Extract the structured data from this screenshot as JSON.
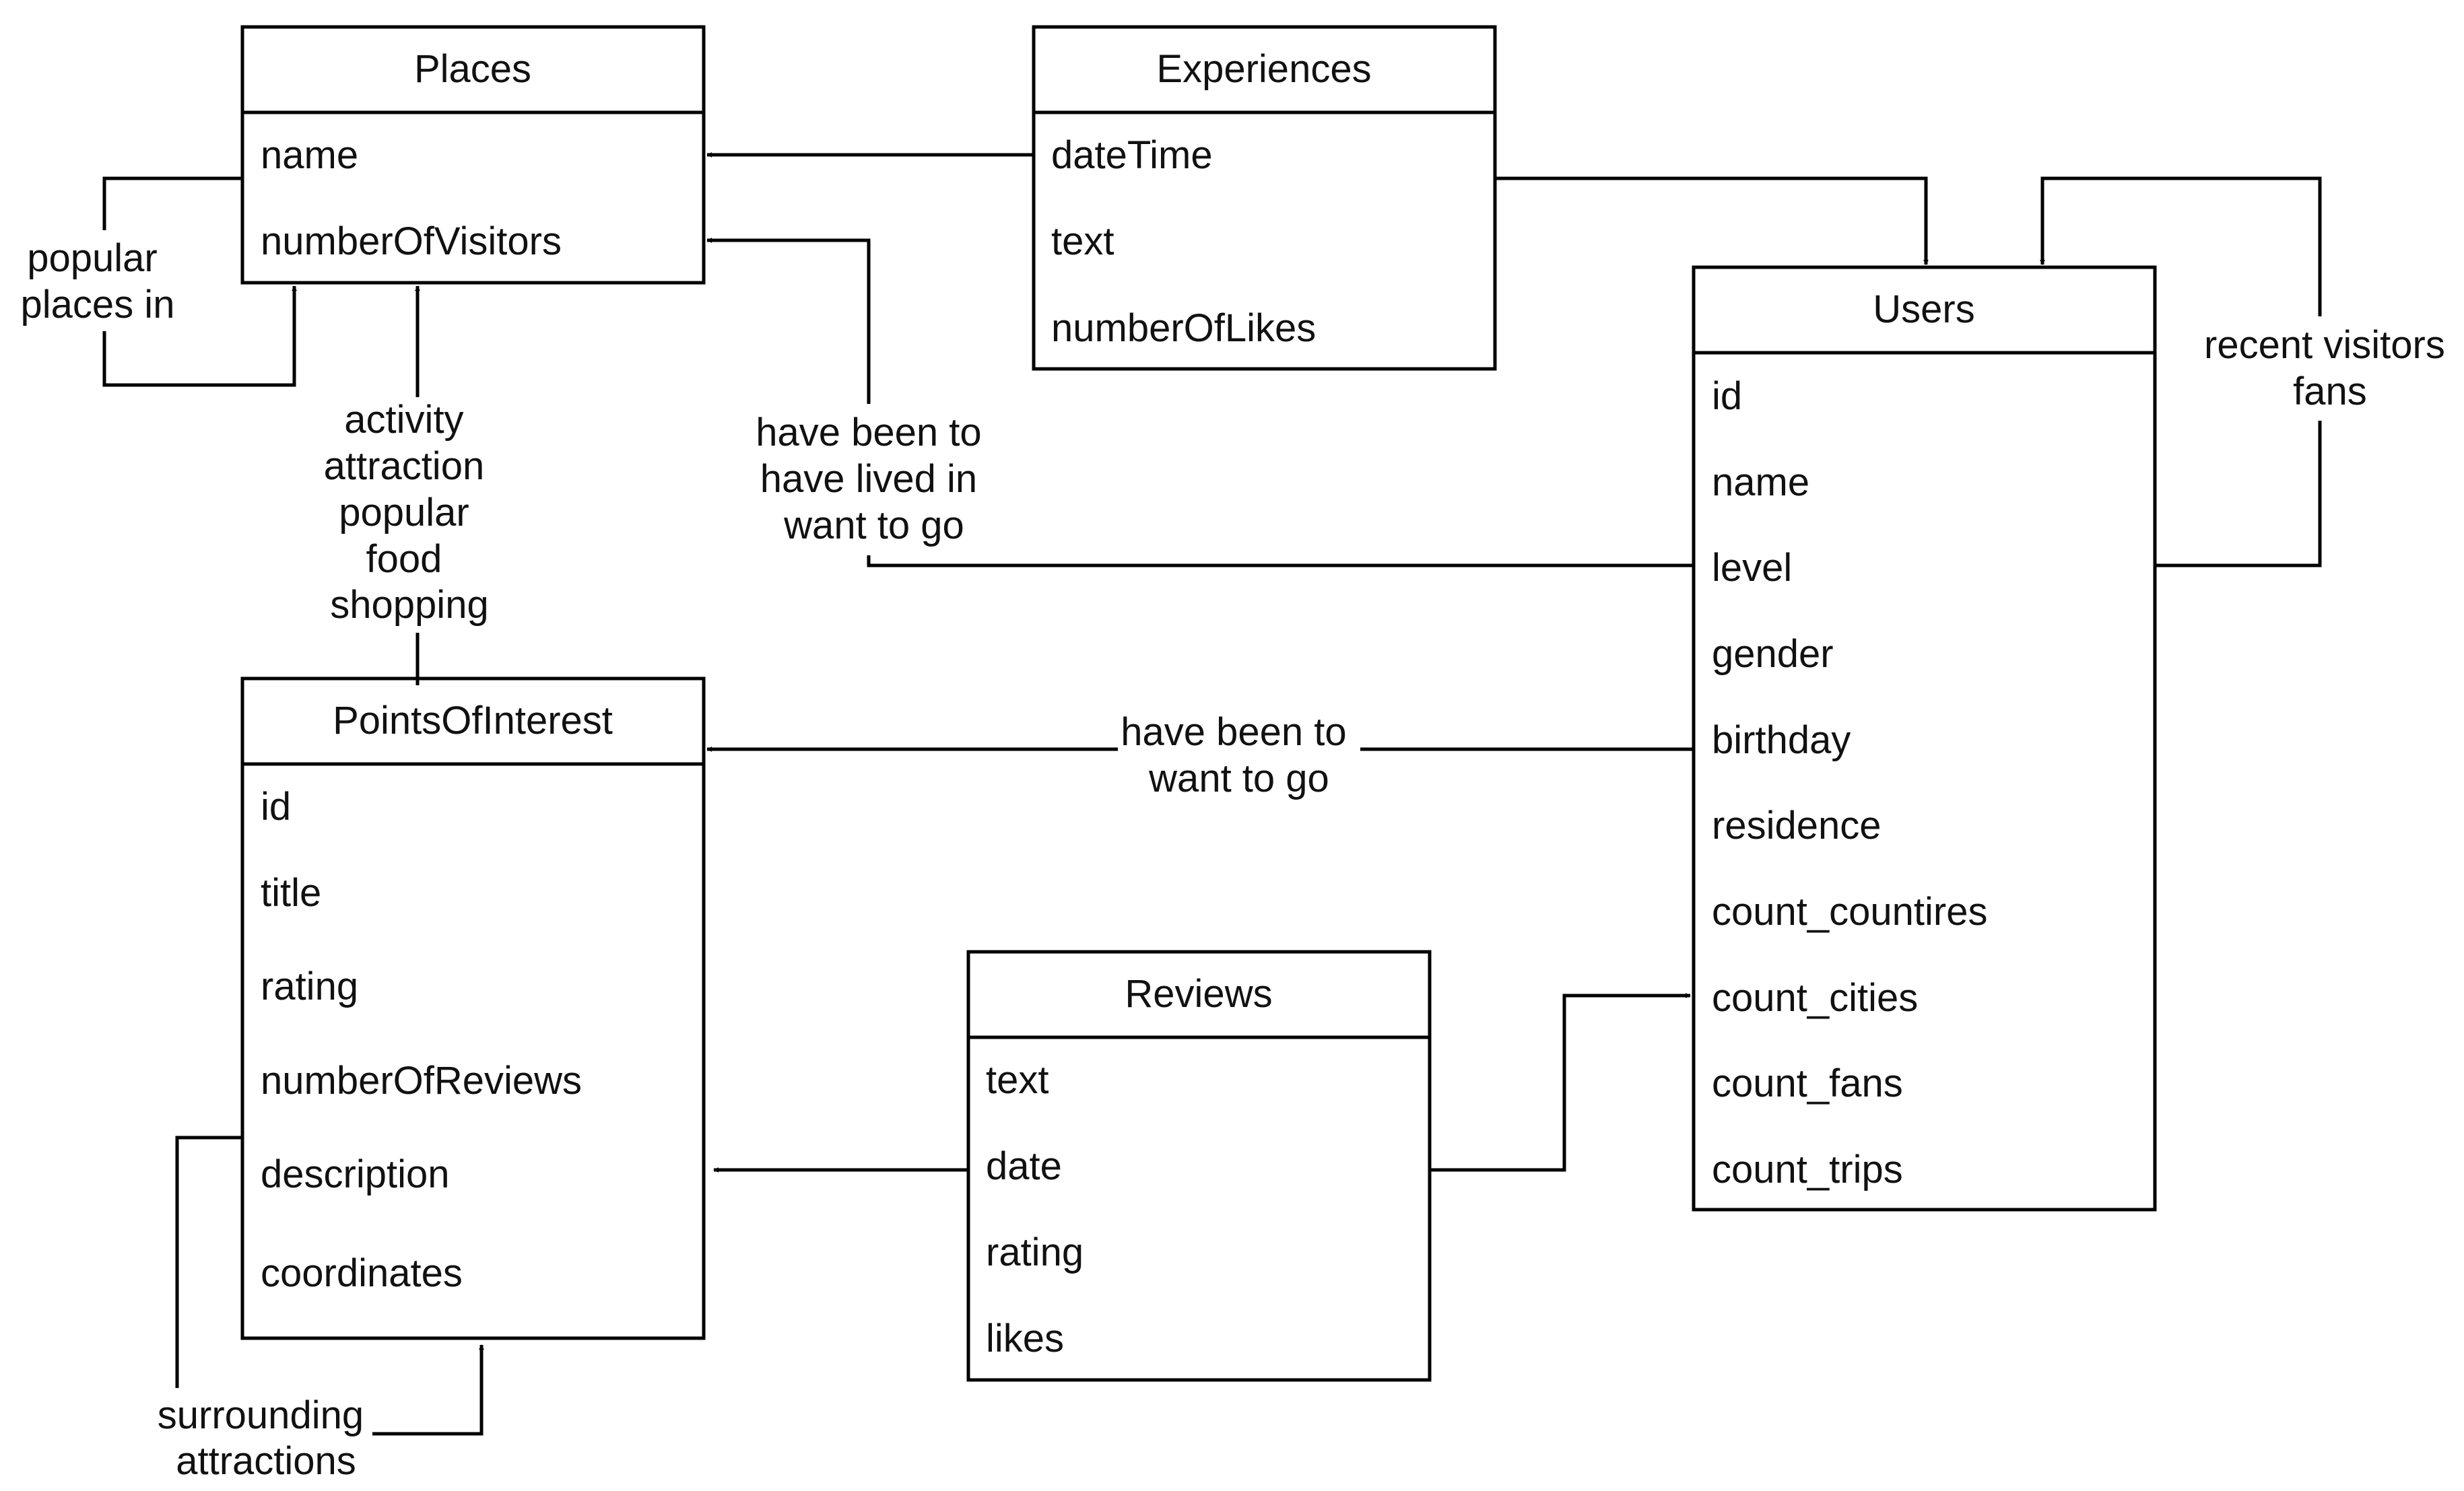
{
  "entities": {
    "places": {
      "title": "Places",
      "fields": [
        "name",
        "numberOfVisitors"
      ]
    },
    "experiences": {
      "title": "Experiences",
      "fields": [
        "dateTime",
        "text",
        "numberOfLikes"
      ]
    },
    "users": {
      "title": "Users",
      "fields": [
        "id",
        "name",
        "level",
        "gender",
        "birthday",
        "residence",
        "count_countires",
        "count_cities",
        "count_fans",
        "count_trips"
      ]
    },
    "points_of_interest": {
      "title": "PointsOfInterest",
      "fields": [
        "id",
        "title",
        "rating",
        "numberOfReviews",
        "description",
        "coordinates"
      ]
    },
    "reviews": {
      "title": "Reviews",
      "fields": [
        "text",
        "date",
        "rating",
        "likes"
      ]
    }
  },
  "relations": {
    "places_self": [
      "popular",
      "places in"
    ],
    "poi_to_places": [
      "activity",
      "attraction",
      "popular",
      "food",
      "shopping"
    ],
    "users_to_places": [
      "have been to",
      "have lived in",
      "want to go"
    ],
    "users_self": [
      "recent visitors",
      "fans"
    ],
    "users_to_poi": [
      "have been to",
      "want to go"
    ],
    "poi_self": [
      "surrounding",
      "attractions"
    ]
  }
}
